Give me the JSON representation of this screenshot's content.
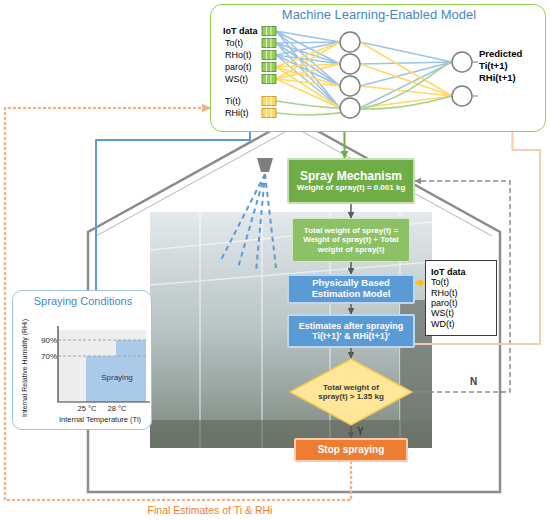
{
  "diagram": {
    "nodes": [
      {
        "text": [
          "Machine Learning-Enabled Model",
          "IoT data",
          "To(t)",
          "RHo(t)",
          "paro(t)",
          "WS(t)",
          "Ti(t)",
          "RHi(t)",
          "Predicted",
          "Ti(t+1)",
          "RHi(t+1)"
        ]
      },
      {
        "text": [
          "Spray Mechanism",
          "Weight of spray(t) = 0.001 kg"
        ]
      },
      {
        "text": [
          "Total weight of spray(t) = Weight of spray(t) + Total weight of spray(t)"
        ]
      },
      {
        "text": [
          "Physically Based Estimation Model"
        ]
      },
      {
        "text": [
          "IoT data",
          "To(t)",
          "RHo(t)",
          "paro(t)",
          "WS(t)",
          "WD(t)"
        ]
      },
      {
        "text": [
          "Estimates after spraying Ti(t+1)' & RHi(t+1)'"
        ]
      },
      {
        "text": [
          "Total weight of spray(t) > 1.35 kg"
        ]
      },
      {
        "text": [
          "Stop spraying"
        ]
      },
      {
        "text": [
          "Spraying Conditions",
          "Internal Relative Humidity (RHi)",
          "90%",
          "70%",
          "Spraying",
          "25 °C",
          "28 °C",
          "Internal Temperature (Ti)"
        ]
      }
    ],
    "edges": [
      {
        "from": 0,
        "to": 1,
        "arrow": "to"
      },
      {
        "from": 1,
        "to": 2,
        "arrow": "to"
      },
      {
        "from": 2,
        "to": 3,
        "arrow": "to"
      },
      {
        "from": 4,
        "to": 3,
        "arrow": "to"
      },
      {
        "from": 3,
        "to": 5,
        "arrow": "to"
      },
      {
        "from": 5,
        "to": 6,
        "arrow": "to"
      },
      {
        "from": 6,
        "to": 7,
        "label": "Y",
        "arrow": "to"
      },
      {
        "from": 6,
        "to": 1,
        "label": "N",
        "arrow": "to"
      },
      {
        "from": 7,
        "to": 0,
        "label": "Final Estimates of Ti & RHi",
        "arrow": "to"
      },
      {
        "from": 8,
        "to": 0,
        "arrow": "none"
      },
      {
        "from": 0,
        "to": 5,
        "arrow": "none"
      }
    ]
  }
}
